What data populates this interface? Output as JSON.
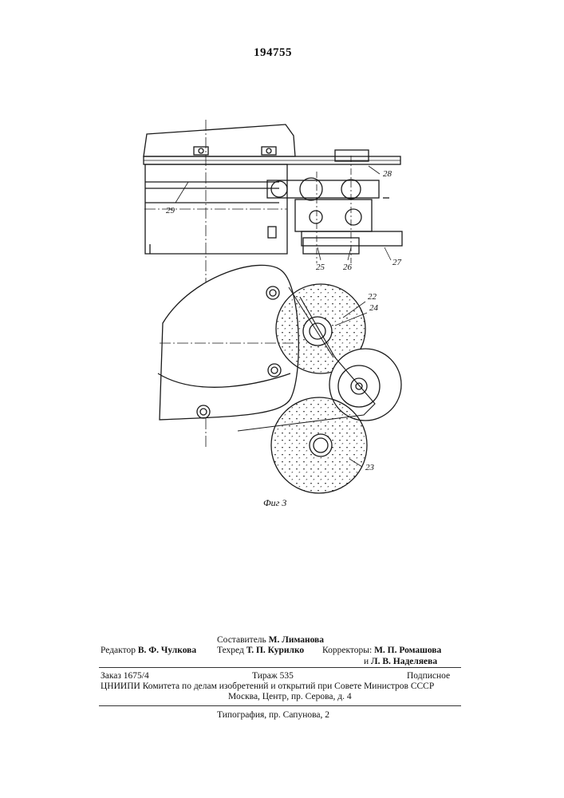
{
  "patent_number": "194755",
  "figure_caption": "Фиг 3",
  "part_labels": {
    "l29": "29",
    "l28": "28",
    "l25": "25",
    "l26": "26",
    "l27": "27",
    "l22": "22",
    "l24": "24",
    "l23": "23"
  },
  "credits": {
    "compiler_label": "Составитель",
    "compiler_name": "М. Лиманова",
    "editor_label": "Редактор",
    "editor_name": "В. Ф. Чулкова",
    "techred_label": "Техред",
    "techred_name": "Т. П. Курилко",
    "correctors_label": "Корректоры:",
    "corrector1": "М. П. Ромашова",
    "corrector2_prefix": "и",
    "corrector2": "Л. В. Наделяева"
  },
  "imprint": {
    "order": "Заказ 1675/4",
    "print_run": "Тираж 535",
    "subscription": "Подписное",
    "org_line": "ЦНИИПИ Комитета по делам изобретений и открытий при Совете Министров СССР",
    "address": "Москва, Центр, пр. Серова, д. 4",
    "printing_house": "Типография, пр. Сапунова, 2"
  }
}
